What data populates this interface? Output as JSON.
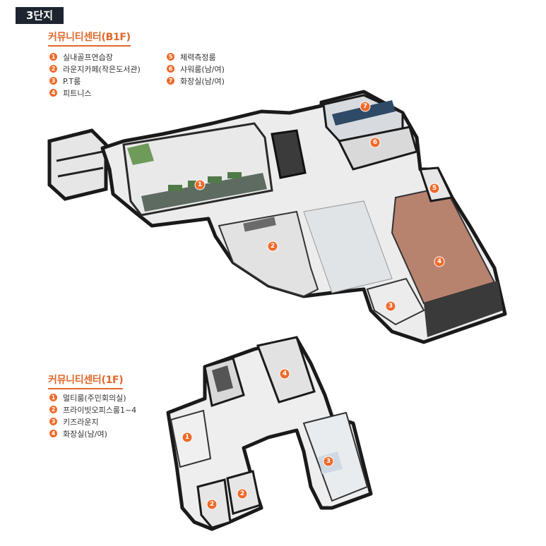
{
  "complex_tag": "3단지",
  "b1f": {
    "title": "커뮤니티센터(B1F)",
    "items_left": [
      {
        "num": "1",
        "label": "실내골프연습장"
      },
      {
        "num": "2",
        "label": "라운지카페(작은도서관)"
      },
      {
        "num": "3",
        "label": "P.T룸"
      },
      {
        "num": "4",
        "label": "피트니스"
      }
    ],
    "items_right": [
      {
        "num": "5",
        "label": "체력측정룸"
      },
      {
        "num": "6",
        "label": "샤워룸(남/여)"
      },
      {
        "num": "7",
        "label": "화장실(남/여)"
      }
    ]
  },
  "f1": {
    "title": "커뮤니티센터(1F)",
    "items": [
      {
        "num": "1",
        "label": "멀티룸(주민회의실)"
      },
      {
        "num": "2",
        "label": "프라이빗오피스룸1~4"
      },
      {
        "num": "3",
        "label": "키즈라운지"
      },
      {
        "num": "4",
        "label": "화장실(남/여)"
      }
    ]
  },
  "markers": {
    "b1f": [
      "1",
      "2",
      "3",
      "4",
      "5",
      "6",
      "7"
    ],
    "f1": [
      "1",
      "2",
      "2",
      "3",
      "4"
    ]
  },
  "colors": {
    "accent": "#ef6a2a",
    "tag_bg": "#1d2530",
    "fitness_floor": "#b7836f",
    "wall": "#1a1a1a",
    "floor": "#ececec"
  }
}
